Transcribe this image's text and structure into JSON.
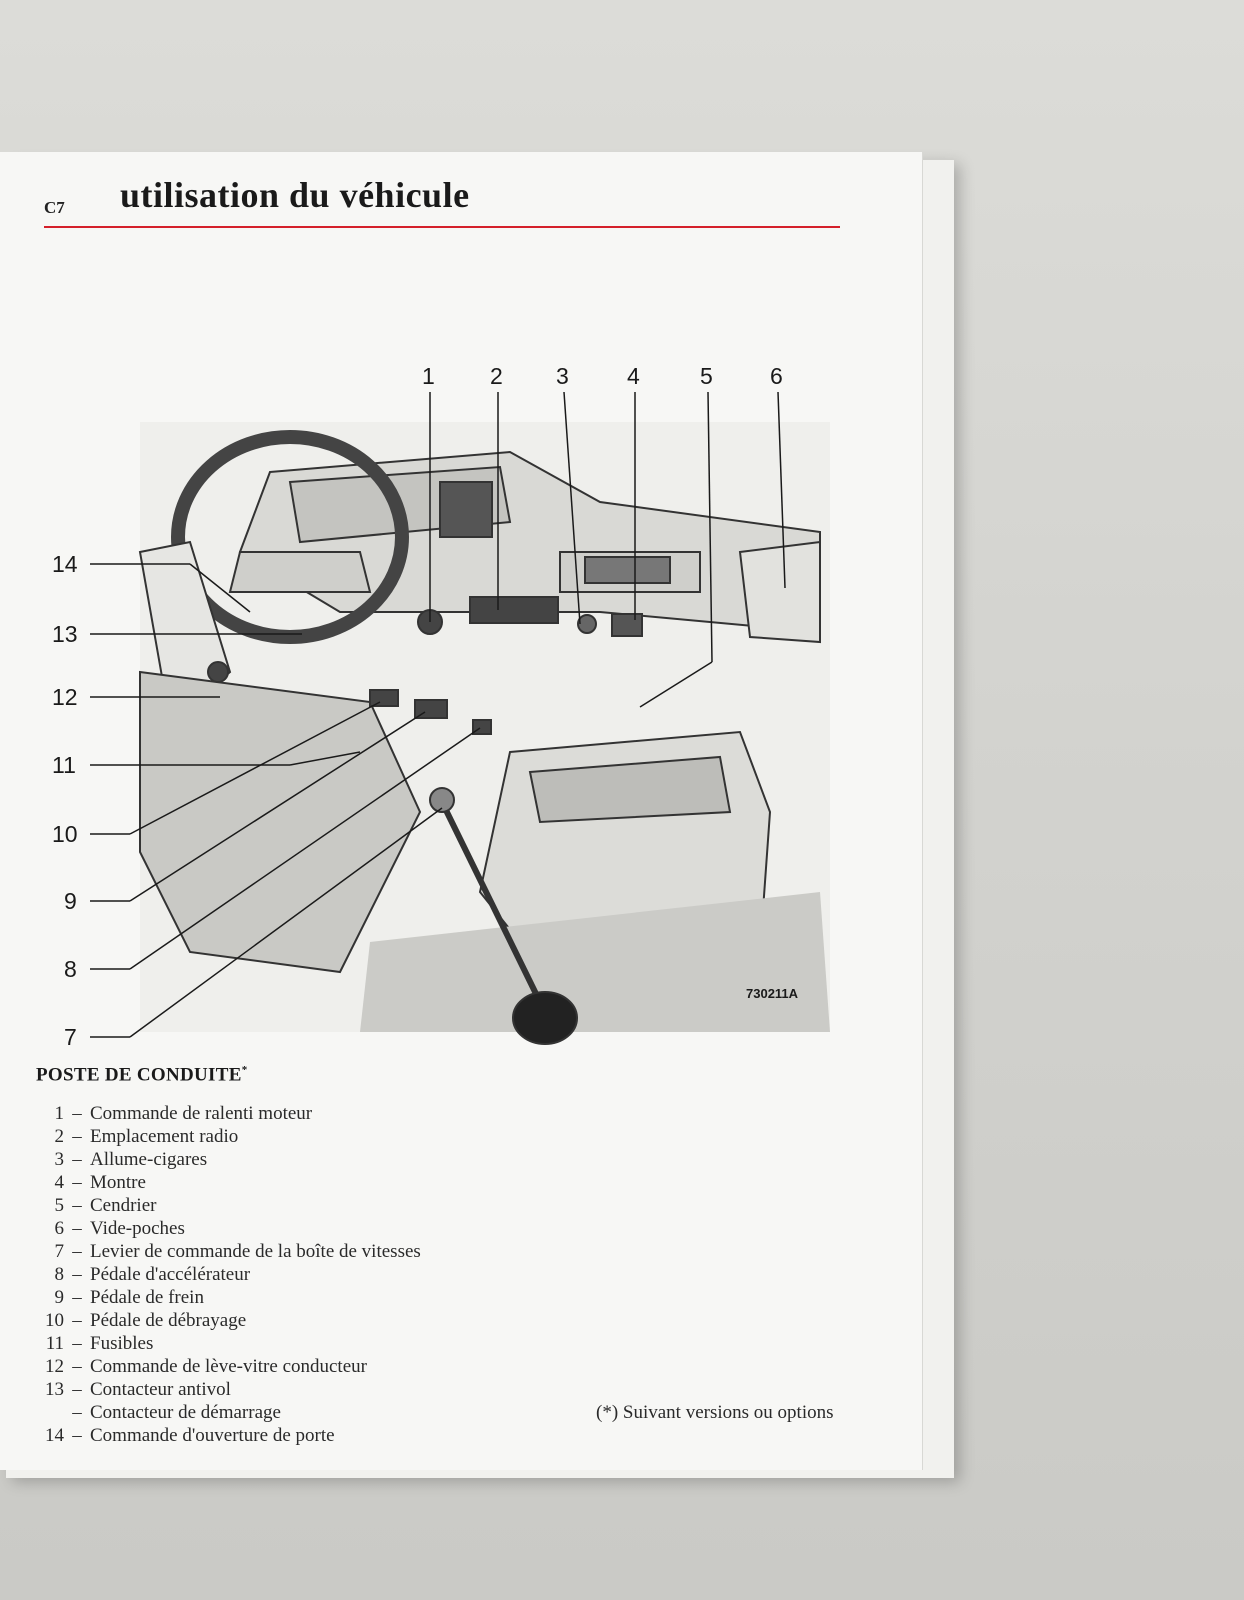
{
  "header": {
    "page_number": "C7",
    "title": "utilisation du véhicule"
  },
  "diagram": {
    "top_callouts": [
      "1",
      "2",
      "3",
      "4",
      "5",
      "6"
    ],
    "left_callouts": [
      "14",
      "13",
      "12",
      "11",
      "10",
      "9",
      "8",
      "7"
    ],
    "reference_code": "730211A"
  },
  "section": {
    "title": "POSTE DE CONDUITE",
    "title_mark": "*"
  },
  "legend": [
    {
      "num": "1",
      "label": "Commande de ralenti moteur"
    },
    {
      "num": "2",
      "label": "Emplacement radio"
    },
    {
      "num": "3",
      "label": "Allume-cigares"
    },
    {
      "num": "4",
      "label": "Montre"
    },
    {
      "num": "5",
      "label": "Cendrier"
    },
    {
      "num": "6",
      "label": "Vide-poches"
    },
    {
      "num": "7",
      "label": "Levier de commande de la boîte de vitesses"
    },
    {
      "num": "8",
      "label": "Pédale d'accélérateur"
    },
    {
      "num": "9",
      "label": "Pédale de frein"
    },
    {
      "num": "10",
      "label": "Pédale de débrayage"
    },
    {
      "num": "11",
      "label": "Fusibles"
    },
    {
      "num": "12",
      "label": "Commande de lève-vitre conducteur"
    },
    {
      "num": "13",
      "label": "Contacteur antivol"
    },
    {
      "num": "",
      "label": "Contacteur de démarrage"
    },
    {
      "num": "14",
      "label": "Commande d'ouverture de porte"
    }
  ],
  "footnote": "(*) Suivant versions ou options"
}
